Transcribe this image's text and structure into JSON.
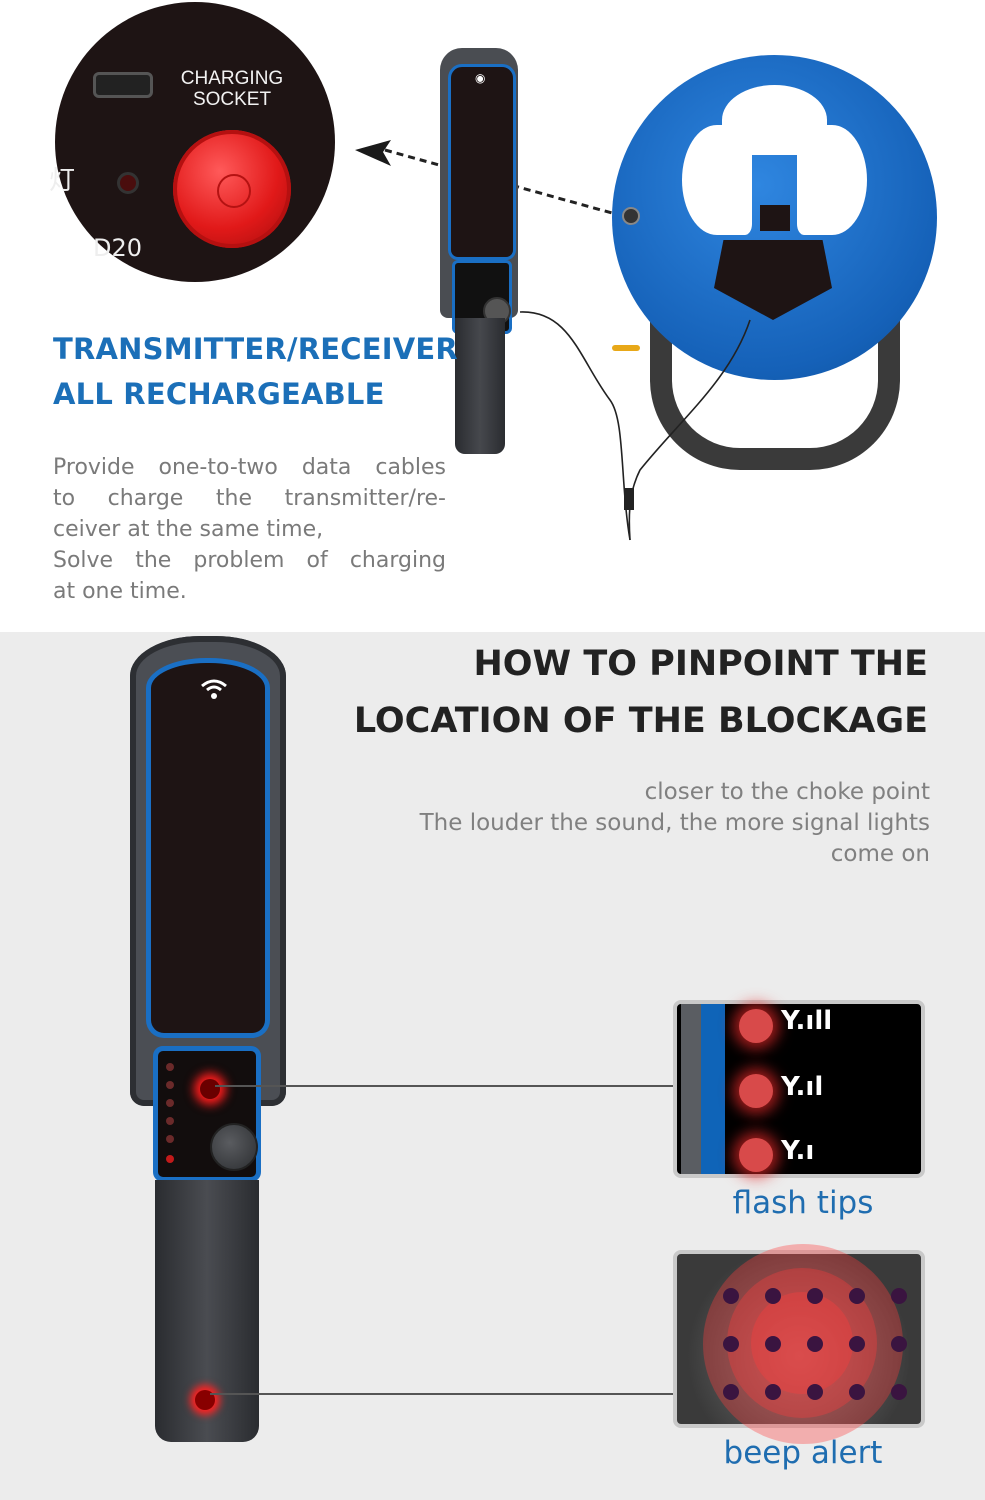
{
  "top_section": {
    "zoom_callout": {
      "label_line1": "CHARGING",
      "label_line2": "SOCKET",
      "partial_chinese_text": "灯",
      "partial_model_text": "D20"
    },
    "heading_line1": "TRANSMITTER/RECEIVER",
    "heading_line2": "ALL RECHARGEABLE",
    "body_lines": [
      "Provide one-to-two data cables",
      "to charge the transmitter/re-",
      "ceiver at the same time,",
      "Solve the problem of charging",
      "at one time."
    ],
    "colors": {
      "heading": "#1b6fb8",
      "body": "#7a7a7a",
      "device_blue": "#1a6fc4",
      "reel_blue": "#1561b8",
      "button_red": "#e11919"
    }
  },
  "bottom_section": {
    "heading_line1": "HOW TO PINPOINT THE",
    "heading_line2": "LOCATION OF THE BLOCKAGE",
    "sub_lines": [
      "closer to the choke point",
      "The louder the sound, the more signal lights",
      "come on"
    ],
    "cards": [
      {
        "caption": "flash tips",
        "icon": "signal-bars-icon",
        "signal_levels": [
          "Y.ıll",
          "Y.ıl",
          "Y.ı"
        ]
      },
      {
        "caption": "beep alert",
        "icon": "speaker-grille-icon"
      }
    ],
    "colors": {
      "background": "#ececec",
      "heading": "#222222",
      "sub": "#808080",
      "caption": "#1f6db0"
    }
  }
}
